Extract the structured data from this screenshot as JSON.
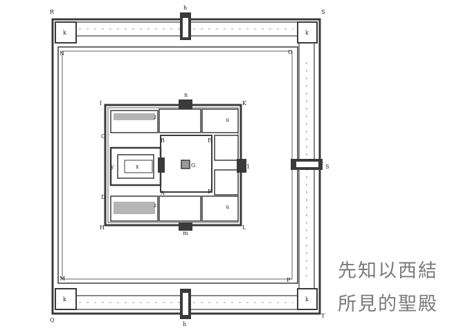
{
  "caption": {
    "line1": "先知以西結",
    "line2": "所見的聖殿"
  },
  "plan_labels": {
    "outer_R": "R",
    "outer_S": "S",
    "outer_Q": "Q",
    "outer_T": "T",
    "outer_N": "N",
    "outer_O": "O",
    "outer_M": "M",
    "outer_P": "P",
    "gate_top": "h",
    "gate_bottom": "h",
    "gate_right": "S",
    "corner_k": "k",
    "inner_I": "I",
    "inner_K": "K",
    "inner_H": "H",
    "inner_L": "L",
    "inner_C": "C",
    "inner_D": "D",
    "inner_n": "n",
    "inner_m": "m",
    "inner_G": "G",
    "inner_x": "x",
    "inner_y": "y",
    "inner_z": "z",
    "inner_u": "u",
    "inner_A": "A",
    "inner_B": "B",
    "inner_E": "E",
    "inner_F": "F",
    "inner_1": "1"
  },
  "colors": {
    "wall": "#3a3a3a",
    "fill": "#9a9a9a",
    "paper": "#ffffff",
    "caption": "#7a7a7a"
  }
}
